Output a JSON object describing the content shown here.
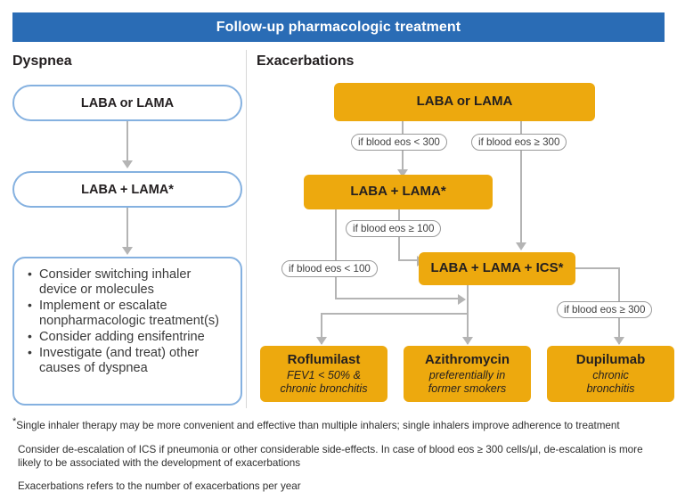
{
  "header": {
    "title": "Follow-up pharmacologic treatment"
  },
  "columns": {
    "left_title": "Dyspnea",
    "right_title": "Exacerbations"
  },
  "dyspnea": {
    "step1": "LABA or LAMA",
    "step2": "LABA + LAMA*",
    "recommendations": [
      "Consider switching inhaler device or molecules",
      "Implement or escalate nonpharmacologic treatment(s)",
      "Consider adding ensifentrine",
      "Investigate (and treat) other causes of dyspnea"
    ]
  },
  "exacerbations": {
    "step1": "LABA or LAMA",
    "step2": "LABA + LAMA*",
    "step3": "LABA + LAMA + ICS*",
    "conditions": {
      "eos_lt_300": "if blood eos < 300",
      "eos_ge_300_top": "if blood eos ≥ 300",
      "eos_ge_100": "if blood eos ≥ 100",
      "eos_lt_100": "if blood eos < 100",
      "eos_ge_300_right": "if blood eos ≥ 300"
    },
    "outcomes": [
      {
        "name": "Roflumilast",
        "detail_line1": "FEV1 < 50% &",
        "detail_line2": "chronic bronchitis"
      },
      {
        "name": "Azithromycin",
        "detail_line1": "preferentially in",
        "detail_line2": "former smokers"
      },
      {
        "name": "Dupilumab",
        "detail_line1": "chronic",
        "detail_line2": "bronchitis"
      }
    ]
  },
  "footnotes": {
    "asterisk_marker": "*",
    "note1": "Single inhaler therapy may be more convenient and effective than multiple inhalers; single inhalers improve adherence to treatment",
    "note2": "Consider de-escalation of ICS if pneumonia or other considerable side-effects. In case of blood eos ≥ 300 cells/µl, de-escalation is more likely to be associated with the development of exacerbations",
    "note3": "Exacerbations refers to the number of exacerbations per year"
  },
  "colors": {
    "header_blue": "#2a6cb5",
    "box_orange": "#eda90e",
    "pill_border_blue": "#85b1e0",
    "connector_gray": "#b4b4b4"
  }
}
